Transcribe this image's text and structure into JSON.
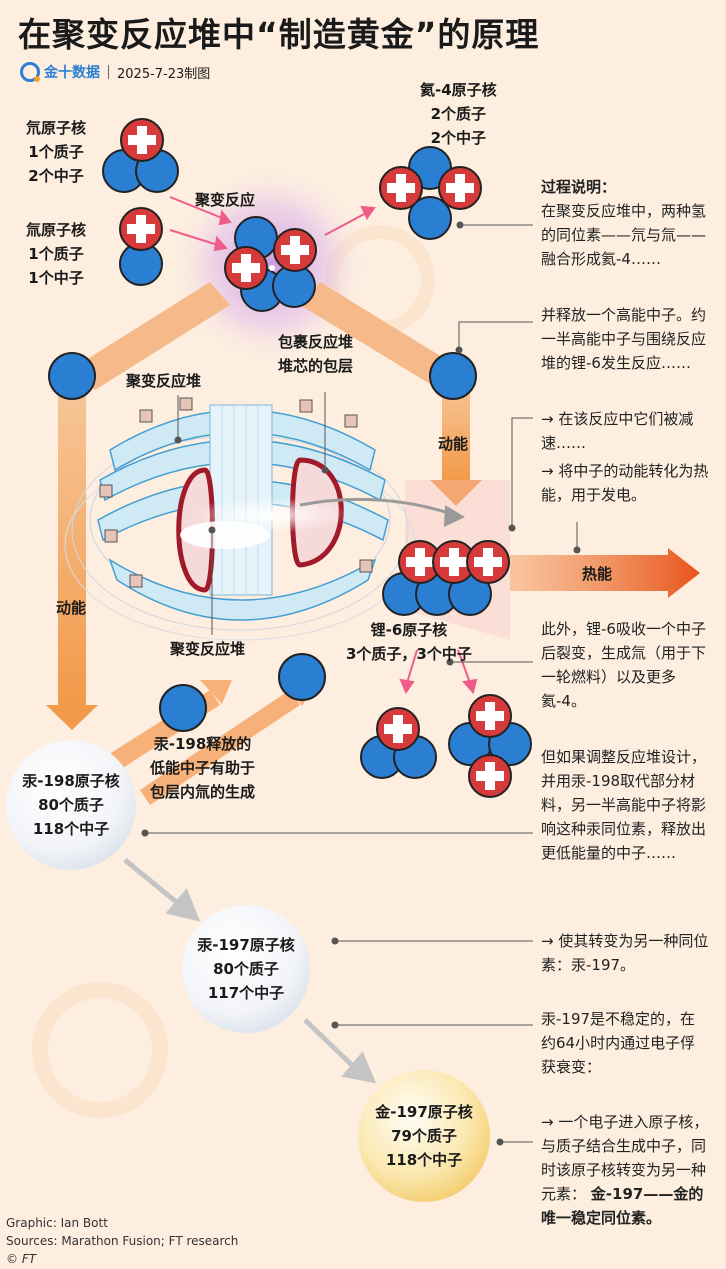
{
  "title": "在聚变反应堆中“制造黄金”的原理",
  "brand": {
    "name": "金十数据",
    "date": "2025-7-23制图"
  },
  "labels": {
    "deuterium": [
      "氘原子核",
      "1个质子",
      "2个中子"
    ],
    "tritium": [
      "氚原子核",
      "1个质子",
      "1个中子"
    ],
    "fusion": "聚变反应",
    "helium": [
      "氦-4原子核",
      "2个质子",
      "2个中子"
    ],
    "reactor_top": "聚变反应堆",
    "blanket": [
      "包裹反应堆",
      "堆芯的包层"
    ],
    "reactor_bottom": "聚变反应堆",
    "kinetic_right": "动能",
    "kinetic_left": "动能",
    "heat": "热能",
    "lithium": [
      "锂-6原子核",
      "3个质子，3个中子"
    ],
    "hg_release": [
      "汞-198释放的",
      "低能中子有助于",
      "包层内氚的生成"
    ]
  },
  "nuclei": {
    "hg198": [
      "汞-198原子核",
      "80个质子",
      "118个中子"
    ],
    "hg197": [
      "汞-197原子核",
      "80个质子",
      "117个中子"
    ],
    "au197": [
      "金-197原子核",
      "79个质子",
      "118个中子"
    ]
  },
  "descriptions": {
    "process_title": "过程说明：",
    "d1": "在聚变反应堆中，两种氢的同位素——氘与氚——融合形成氦-4……",
    "d2": "并释放一个高能中子。约一半高能中子与围绕反应堆的锂-6发生反应……",
    "d3": "→ 在该反应中它们被减速……",
    "d4": "→ 将中子的动能转化为热能，用于发电。",
    "d5": "此外，锂-6吸收一个中子后裂变，生成氚（用于下一轮燃料）以及更多氦-4。",
    "d6": "但如果调整反应堆设计，并用汞-198取代部分材料，另一半高能中子将影响这种汞同位素，释放出更低能量的中子……",
    "d7": "→ 使其转变为另一种同位素：汞-197。",
    "d8": "汞-197是不稳定的，在约64小时内通过电子俘获衰变：",
    "d9": "→ 一个电子进入原子核，与质子结合生成中子，同时该原子核转变为另一种元素：",
    "d10": "金-197——金的唯一稳定同位素。"
  },
  "footer": {
    "graphic": "Graphic: Ian Bott",
    "sources": "Sources: Marathon Fusion; FT research",
    "copyright": "© FT"
  },
  "colors": {
    "neutron": "#2a7fd2",
    "proton": "#d63a3a",
    "arrow_orange": "#f2a35a",
    "heat_arrow": "#e8541a",
    "pink_arrow": "#ef5b8a",
    "gray_arrow": "#bdbdbd"
  }
}
